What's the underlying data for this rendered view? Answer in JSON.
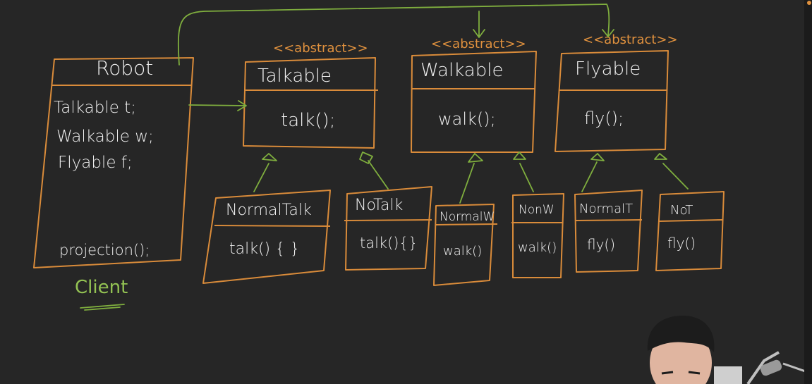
{
  "robot": {
    "title": "Robot",
    "fields": [
      "Talkable t;",
      "Walkable w;",
      "Flyable f;"
    ],
    "method": "projection();",
    "caption": "Client"
  },
  "interfaces": [
    {
      "stereotype": "<<abstract>>",
      "name": "Talkable",
      "method": "talk();"
    },
    {
      "stereotype": "<<abstract>>",
      "name": "Walkable",
      "method": "walk();"
    },
    {
      "stereotype": "<<abstract>>",
      "name": "Flyable",
      "method": "fly();"
    }
  ],
  "implementations": [
    {
      "name": "NormalTalk",
      "method": "talk() { }"
    },
    {
      "name": "NoTalk",
      "method": "talk(){}"
    },
    {
      "name": "NormalW",
      "method": "walk()"
    },
    {
      "name": "NonW",
      "method": "walk()"
    },
    {
      "name": "NormalT",
      "method": "fly()"
    },
    {
      "name": "NoT",
      "method": "fly()"
    }
  ],
  "colors": {
    "background": "#262626",
    "box_stroke": "#d98b3a",
    "connector": "#7fae3e",
    "text": "#f1f1f1",
    "stereotype": "#e0913e",
    "caption": "#93c253"
  }
}
